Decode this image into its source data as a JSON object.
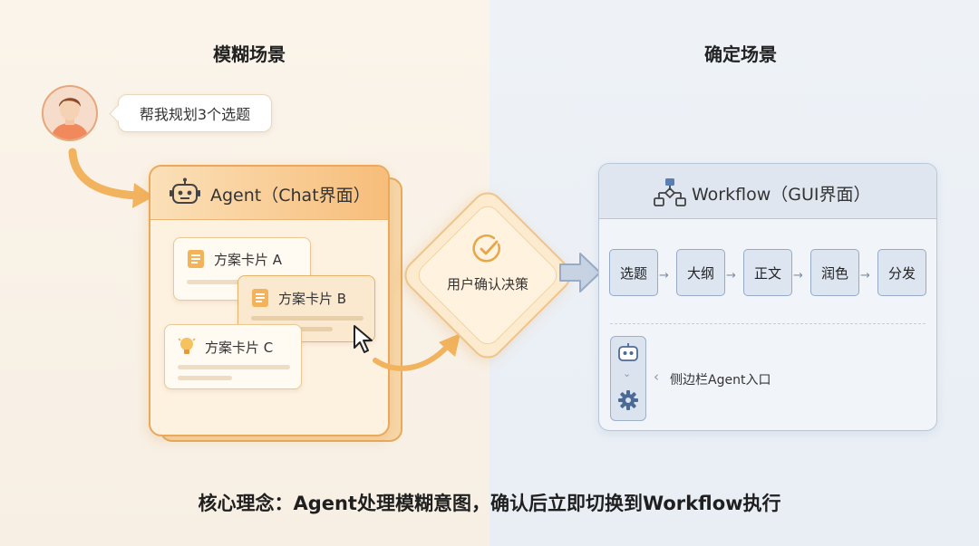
{
  "left_section": {
    "title": "模糊场景",
    "user_request": "帮我规划3个选题",
    "agent_card": {
      "title": "Agent（Chat界面）",
      "options": [
        "方案卡片 A",
        "方案卡片 B",
        "方案卡片 C"
      ]
    }
  },
  "decision": {
    "label": "用户确认决策"
  },
  "right_section": {
    "title": "确定场景",
    "workflow": {
      "title": "Workflow（GUI界面）",
      "steps": [
        "选题",
        "大纲",
        "正文",
        "润色",
        "分发"
      ],
      "sidebar_label": "侧边栏Agent入口"
    }
  },
  "core_concept": "核心理念：Agent处理模糊意图，确认后立即切换到Workflow执行",
  "colors": {
    "left_accent": "#eca85a",
    "right_accent": "#97aac5",
    "left_bg": "#fbf4ea",
    "right_bg": "#eef2f7"
  },
  "icons": {
    "user": "user-avatar-icon",
    "agent": "robot-icon",
    "workflow": "flowchart-icon",
    "decision": "check-circle-icon",
    "cursor": "mouse-cursor-icon",
    "card_a": "document-icon",
    "card_b": "document-icon",
    "card_c": "lightbulb-icon",
    "settings": "gear-icon"
  }
}
